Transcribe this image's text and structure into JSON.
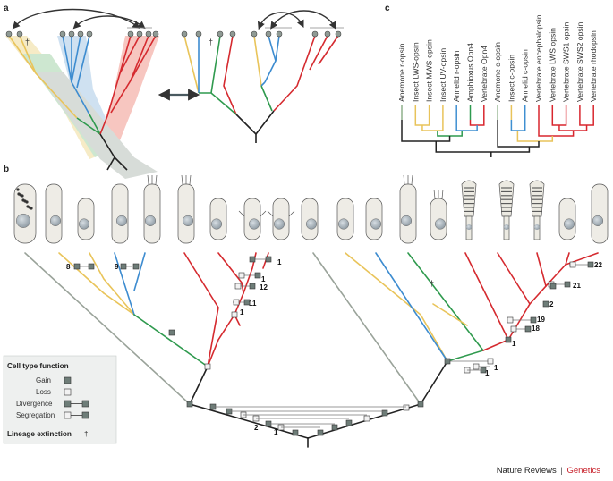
{
  "panels": {
    "a": "a",
    "b": "b",
    "c": "c"
  },
  "panel_c": {
    "opsins": [
      {
        "label": "Anemone r-opsin",
        "color": "#8fb08a"
      },
      {
        "label": "Insect LWS-opsin",
        "color": "#e8c35a"
      },
      {
        "label": "Insect MWS-opsin",
        "color": "#e8c35a"
      },
      {
        "label": "Insect UV-opsin",
        "color": "#e8c35a"
      },
      {
        "label": "Annelid r-opsin",
        "color": "#3f8fd1"
      },
      {
        "label": "Amphioxus Opn4",
        "color": "#2e9a4f"
      },
      {
        "label": "Vertebrate Opn4",
        "color": "#d8262e"
      },
      {
        "label": "Anemone c-opsin",
        "color": "#8fb08a"
      },
      {
        "label": "Insect c-opsin",
        "color": "#e8c35a"
      },
      {
        "label": "Annelid c-opsin",
        "color": "#3f8fd1"
      },
      {
        "label": "Vertebrate encephalopsin",
        "color": "#d8262e"
      },
      {
        "label": "Vertebrate LWS opsin",
        "color": "#d8262e"
      },
      {
        "label": "Vertebrate SWS1 opsin",
        "color": "#d8262e"
      },
      {
        "label": "Vertebrate SWS2 opsin",
        "color": "#d8262e"
      },
      {
        "label": "Vertebrate rhodopsin",
        "color": "#d8262e"
      }
    ]
  },
  "panel_b": {
    "numbers": [
      "8",
      "9",
      "1",
      "1",
      "12",
      "11",
      "1",
      "2",
      "1",
      "22",
      "21",
      "2",
      "19",
      "18",
      "1",
      "1",
      "1"
    ],
    "legend": {
      "title": "Cell type function",
      "items": [
        "Gain",
        "Loss",
        "Divergence",
        "Segregation"
      ],
      "extinction_label": "Lineage extinction",
      "extinction_symbol": "†"
    },
    "dagger": "†"
  },
  "panel_a": {
    "dagger": "†"
  },
  "colors": {
    "yellow": "#e9c45a",
    "blue": "#3d8cd0",
    "green": "#2f9a4e",
    "red": "#d52a2f",
    "grey": "#9aa39a",
    "black": "#222222",
    "gain": "#6e7d78",
    "loss": "#f2f2f2"
  },
  "footer": {
    "journal": "Nature Reviews",
    "separator": "|",
    "section": "Genetics",
    "section_color": "#c8202a"
  }
}
